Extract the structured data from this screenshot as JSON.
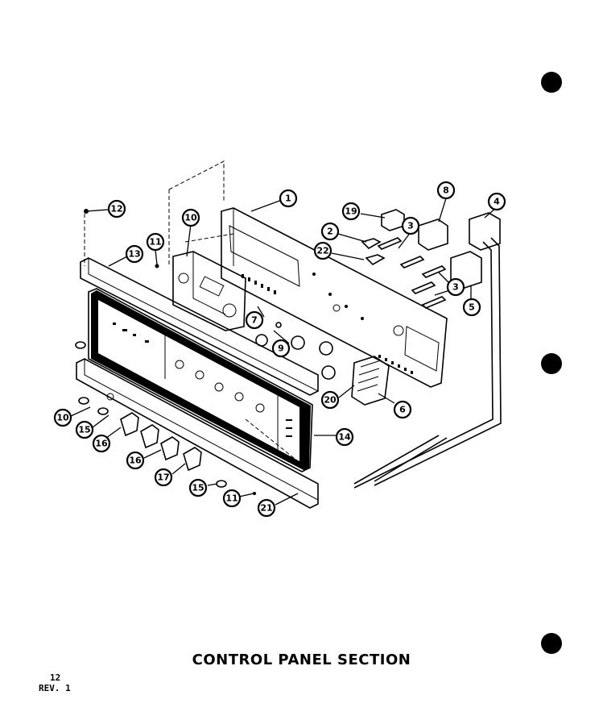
{
  "title": "CONTROL PANEL SECTION",
  "page_number": "12",
  "revision": "REV. 1",
  "callout_labels": [
    "1",
    "2",
    "3",
    "4",
    "5",
    "6",
    "7",
    "8",
    "9",
    "10",
    "11",
    "12",
    "13",
    "14",
    "15",
    "16",
    "17",
    "19",
    "20",
    "21",
    "22"
  ]
}
